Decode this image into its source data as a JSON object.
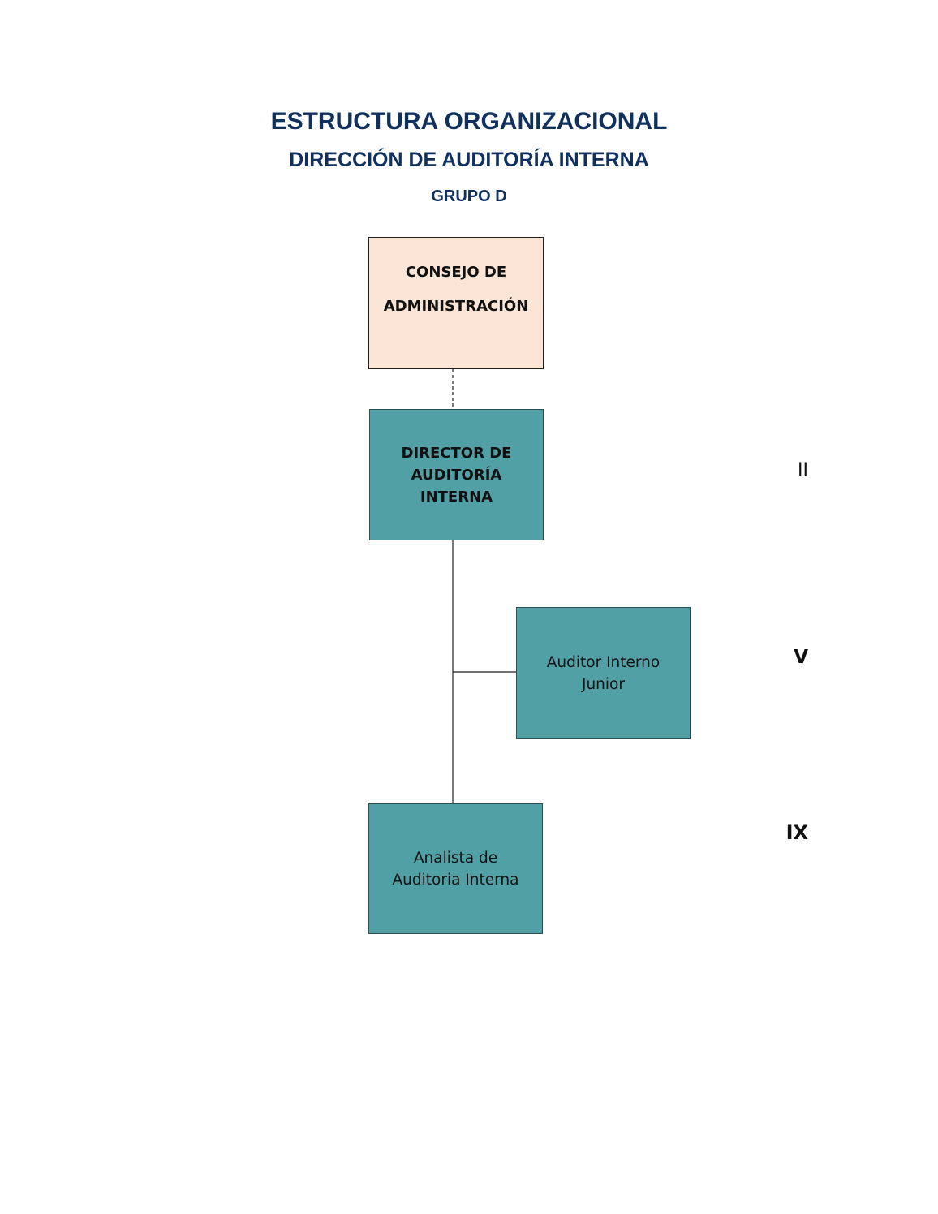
{
  "header": {
    "title": "ESTRUCTURA ORGANIZACIONAL",
    "subtitle": "DIRECCIÓN DE AUDITORÍA INTERNA",
    "group": "GRUPO D"
  },
  "nodes": {
    "board": {
      "line1": "CONSEJO DE",
      "line2": "ADMINISTRACIÓN"
    },
    "director": {
      "line1": "DIRECTOR DE",
      "line2": "AUDITORÍA",
      "line3": "INTERNA"
    },
    "junior": {
      "line1": "Auditor Interno",
      "line2": "Junior"
    },
    "analyst": {
      "line1": "Analista de",
      "line2": "Auditoria Interna"
    }
  },
  "levels": {
    "director": "II",
    "junior": "V",
    "analyst": "IX"
  },
  "colors": {
    "title": "#10305e",
    "board_fill": "#fbe5d6",
    "node_fill": "#51a0a6"
  }
}
